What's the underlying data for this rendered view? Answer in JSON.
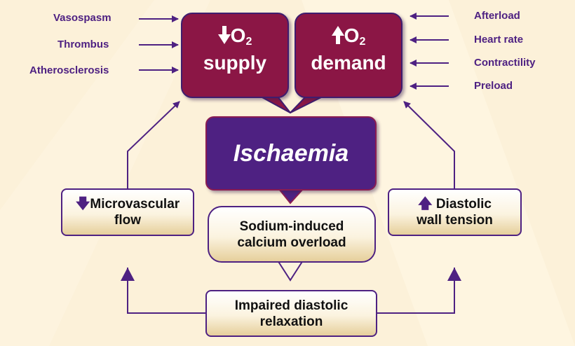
{
  "left_factors": [
    "Vasospasm",
    "Thrombus",
    "Atherosclerosis"
  ],
  "right_factors": [
    "Afterload",
    "Heart rate",
    "Contractility",
    "Preload"
  ],
  "o2_supply": {
    "label": "supply",
    "o2": "O",
    "sub": "2"
  },
  "o2_demand": {
    "label": "demand",
    "o2": "O",
    "sub": "2"
  },
  "ischaemia": "Ischaemia",
  "microvascular": {
    "line1": "Microvascular",
    "line2": "flow"
  },
  "diastolic_tension": {
    "line1": "Diastolic",
    "line2": "wall tension"
  },
  "sodium": {
    "line1": "Sodium-induced",
    "line2": "calcium overload"
  },
  "impaired": {
    "line1": "Impaired diastolic",
    "line2": "relaxation"
  },
  "colors": {
    "purple": "#4e2182",
    "maroon": "#8b1645",
    "cream": "#fbf3df"
  }
}
